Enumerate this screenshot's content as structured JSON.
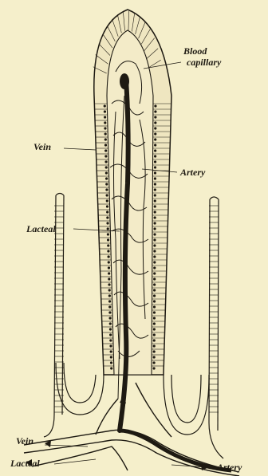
{
  "colors": {
    "background": "#f5efcb",
    "ink": "#1e1a12",
    "vessel_fill": "#e6dcb4",
    "dark_vessel": "#1e1a12"
  },
  "labels": {
    "blood_capillary_1": "Blood",
    "blood_capillary_2": "capillary",
    "vein_top": "Vein",
    "artery_top": "Artery",
    "lacteal_top": "Lacteal",
    "vein_bottom": "Vein",
    "lacteal_bottom": "Lacteal",
    "artery_bottom": "Artery"
  }
}
